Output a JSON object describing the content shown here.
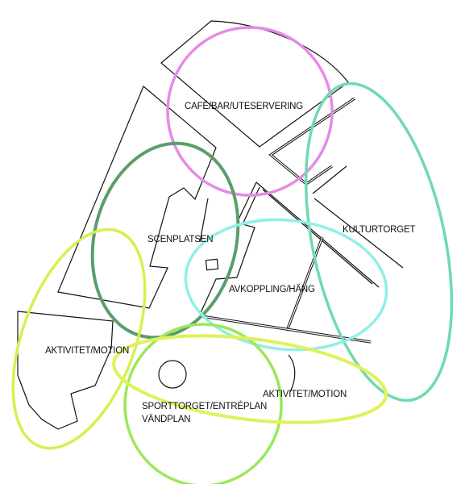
{
  "zones": [
    {
      "id": "cafe",
      "label": "CAFÉ/BAR/UTESERVERING",
      "color": "#e68ae8"
    },
    {
      "id": "scen",
      "label": "SCENPLATSEN",
      "color": "#5a9e6b"
    },
    {
      "id": "kultur",
      "label": "KULTURTORGET",
      "color": "#6fdbac"
    },
    {
      "id": "avkoppling",
      "label": "AVKOPPLING/HÄNG",
      "color": "#8ff0e6"
    },
    {
      "id": "aktivitet-west",
      "label": "AKTIVITET/MOTION",
      "color": "#d6f04f"
    },
    {
      "id": "sport",
      "label_line1": "SPORTTORGET/ENTRÉPLAN",
      "label_line2": "VÄNDPLAN",
      "color": "#9be85a"
    },
    {
      "id": "aktivitet-east",
      "label": "AKTIVITET/MOTION",
      "color": "#e2f05a"
    }
  ]
}
